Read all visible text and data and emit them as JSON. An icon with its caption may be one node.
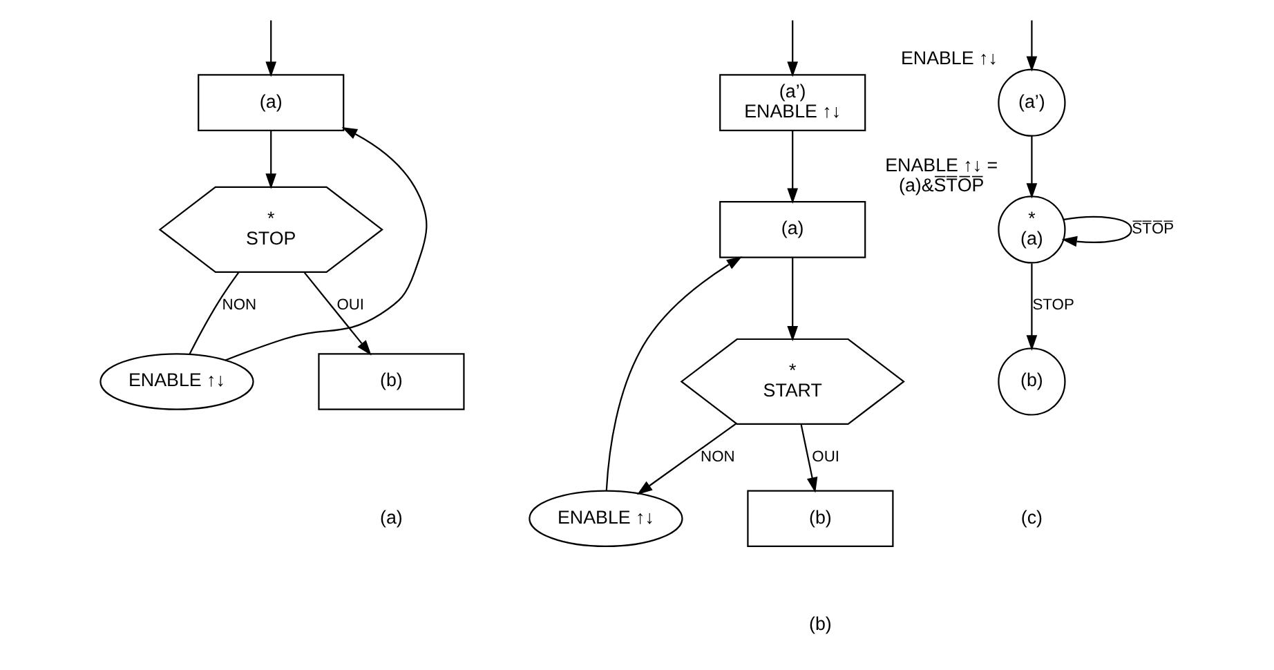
{
  "diagram": {
    "nodes": [
      {
        "text": [
          "(a)"
        ]
      },
      {
        "text": [
          "ENABLE ↑↓"
        ]
      },
      {
        "text": [
          "*",
          "STOP"
        ]
      },
      {
        "text": [
          "(b)"
        ]
      },
      {
        "text": [
          "(a’)",
          "ENABLE ↑↓"
        ]
      },
      {
        "text": [
          "ENABLE ↑↓"
        ]
      },
      {
        "text": [
          "(a)"
        ]
      },
      {
        "text": [
          "*",
          "START"
        ]
      },
      {
        "text": [
          "(b)"
        ]
      },
      {
        "text": [
          "(a’)"
        ],
        "beside": [
          "ENABLE ↑↓"
        ]
      },
      {
        "text": [
          "*",
          "(a)"
        ],
        "beside": [
          "ENABLE ↑↓ =",
          "(a)&S̅T̅O̅P̅"
        ]
      },
      {
        "text": [
          "(b)"
        ]
      }
    ],
    "edges": [
      {
        "from": null,
        "to": 0,
        "arrow": "to"
      },
      {
        "from": 0,
        "to": 2,
        "arrow": "to"
      },
      {
        "from": 2,
        "to": 3,
        "arrow": "to",
        "label": "OUI"
      },
      {
        "from": 2,
        "to": 1,
        "arrow": "none",
        "label": "NON"
      },
      {
        "from": 1,
        "to": 0,
        "arrow": "to"
      },
      {
        "from": null,
        "to": 4,
        "arrow": "to"
      },
      {
        "from": 4,
        "to": 6,
        "arrow": "to"
      },
      {
        "from": 6,
        "to": 7,
        "arrow": "to"
      },
      {
        "from": 7,
        "to": 8,
        "arrow": "to",
        "label": "OUI"
      },
      {
        "from": 7,
        "to": 5,
        "arrow": "to",
        "label": "NON"
      },
      {
        "from": 5,
        "to": 6,
        "arrow": "to"
      },
      {
        "from": null,
        "to": 9,
        "arrow": "to"
      },
      {
        "from": 9,
        "to": 10,
        "arrow": "to"
      },
      {
        "from": 10,
        "to": 10,
        "arrow": "to",
        "label": "S̅T̅O̅P̅"
      },
      {
        "from": 10,
        "to": 11,
        "arrow": "to",
        "label": "STOP"
      }
    ],
    "labels": [
      "(a)",
      "(b)",
      "(c)"
    ]
  }
}
